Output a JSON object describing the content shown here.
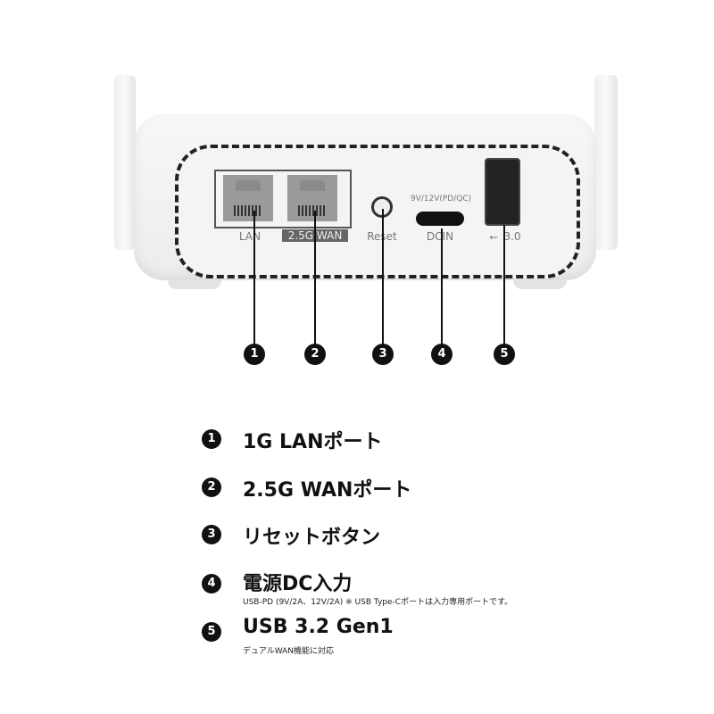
{
  "device": {
    "port_labels": {
      "lan": "LAN",
      "wan": "2.5G WAN",
      "reset": "Reset",
      "dcin": "DCIN",
      "dc_spec": "9V/12V(PD/QC)",
      "usb": "3.0",
      "usb_symbol": "⭠"
    },
    "callouts": [
      "1",
      "2",
      "3",
      "4",
      "5"
    ]
  },
  "legend": [
    {
      "num": "1",
      "title": "1G LANポート"
    },
    {
      "num": "2",
      "title": "2.5G WANポート"
    },
    {
      "num": "3",
      "title": "リセットボタン"
    },
    {
      "num": "4",
      "title": "電源DC入力",
      "subtitle": "USB-PD (9V/2A、12V/2A) ※ USB Type-Cポートは入力専用ポートです。"
    },
    {
      "num": "5",
      "title": "USB 3.2 Gen1",
      "subtitle": "デュアルWAN機能に対応"
    }
  ]
}
